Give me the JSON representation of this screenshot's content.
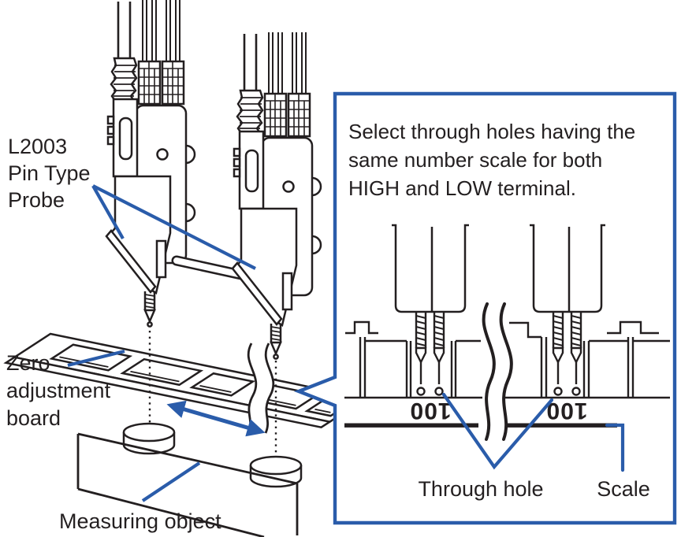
{
  "colors": {
    "line_art": "#231f20",
    "accent_blue": "#2a5caa",
    "background": "#ffffff"
  },
  "main_labels": {
    "probe": [
      "L2003",
      "Pin Type",
      "Probe"
    ],
    "zero_board": [
      "Zero",
      "adjustment",
      "board"
    ],
    "measuring_object": "Measuring object"
  },
  "callout": {
    "note": [
      "Select through holes having the",
      "same number scale for both",
      "HIGH and LOW terminal."
    ],
    "left_scale_value": "100",
    "right_scale_value": "100",
    "through_hole_label": "Through hole",
    "scale_label": "Scale"
  }
}
